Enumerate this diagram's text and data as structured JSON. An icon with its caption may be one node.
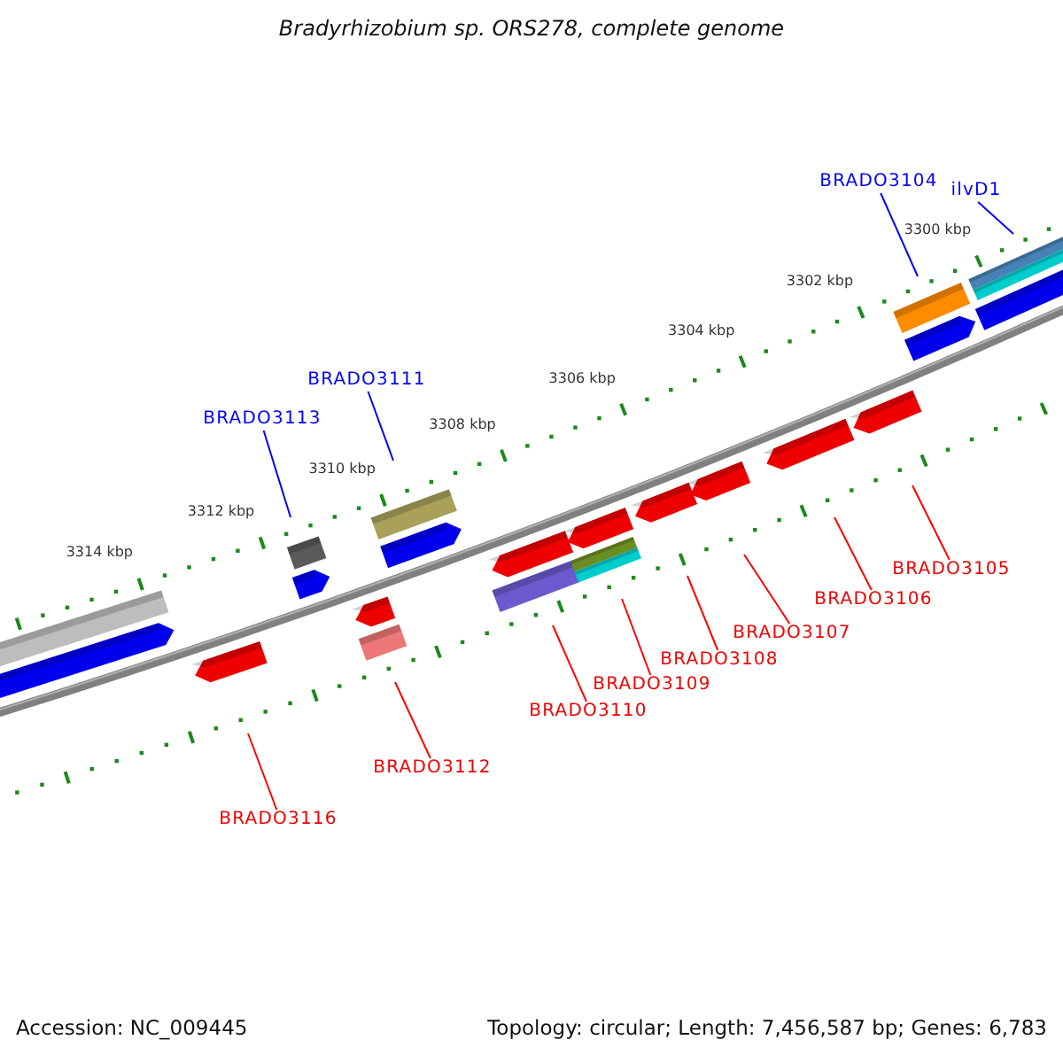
{
  "diagram": {
    "title": "Bradyrhizobium sp. ORS278, complete genome",
    "nodes": [
      {
        "text": [
          "BRADO3104"
        ]
      },
      {
        "text": [
          "ilvD1"
        ]
      },
      {
        "text": [
          "BRADO3111"
        ]
      },
      {
        "text": [
          "BRADO3113"
        ]
      },
      {
        "text": [
          "BRADO3105"
        ]
      },
      {
        "text": [
          "BRADO3106"
        ]
      },
      {
        "text": [
          "BRADO3107"
        ]
      },
      {
        "text": [
          "BRADO3108"
        ]
      },
      {
        "text": [
          "BRADO3109"
        ]
      },
      {
        "text": [
          "BRADO3110"
        ]
      },
      {
        "text": [
          "BRADO3112"
        ]
      },
      {
        "text": [
          "BRADO3116"
        ]
      }
    ],
    "edges": [
      {
        "from": 0,
        "to": null,
        "arrow": "none",
        "color": "#0000ff"
      },
      {
        "from": 1,
        "to": null,
        "arrow": "none",
        "color": "#0000ff"
      },
      {
        "from": 2,
        "to": null,
        "arrow": "none",
        "color": "#0000ff"
      },
      {
        "from": 3,
        "to": null,
        "arrow": "none",
        "color": "#0000ff"
      },
      {
        "from": 4,
        "to": null,
        "arrow": "none"
      },
      {
        "from": 5,
        "to": null,
        "arrow": "none"
      },
      {
        "from": 6,
        "to": null,
        "arrow": "none"
      },
      {
        "from": 7,
        "to": null,
        "arrow": "none"
      },
      {
        "from": 8,
        "to": null,
        "arrow": "none"
      },
      {
        "from": 9,
        "to": null,
        "arrow": "none"
      },
      {
        "from": 10,
        "to": null,
        "arrow": "none"
      },
      {
        "from": 11,
        "to": null,
        "arrow": "none"
      }
    ],
    "labels": [
      "3300 kbp",
      "3302 kbp",
      "3304 kbp",
      "3306 kbp",
      "3308 kbp",
      "3310 kbp",
      "3312 kbp",
      "3314 kbp",
      "Accession: NC_009445",
      "Topology: circular; Length: 7,456,587 bp; Genes: 6,783"
    ]
  }
}
